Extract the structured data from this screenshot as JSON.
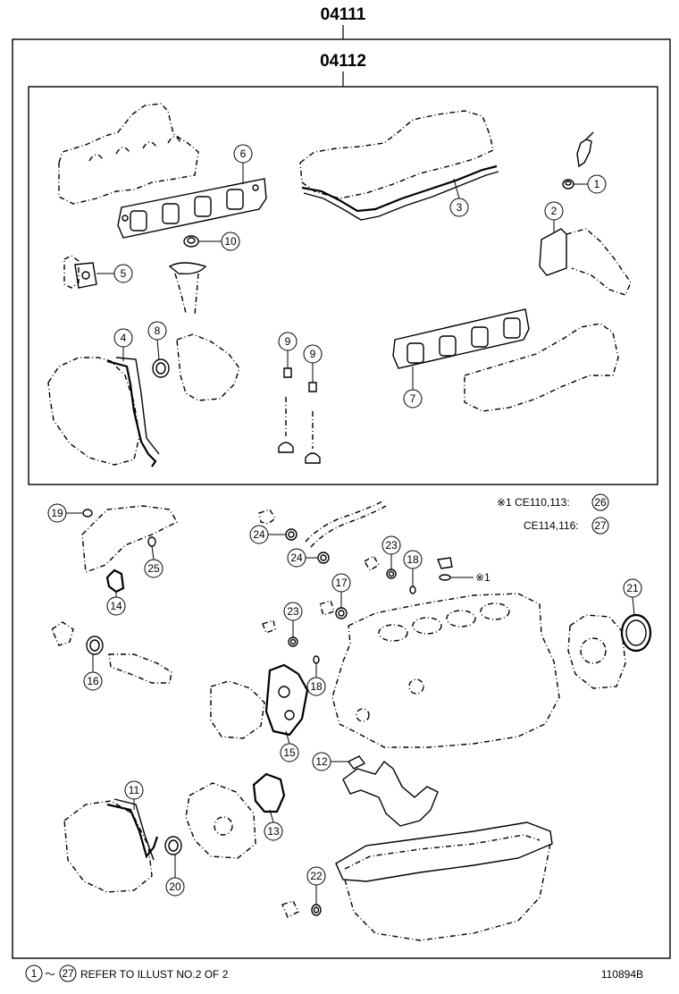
{
  "assembly_number": "04111",
  "subassembly_number": "04112",
  "notes": {
    "ce1_prefix": "※1 CE110,113:",
    "ce1_ref": "26",
    "ce2_prefix": "CE114,116:",
    "ce2_ref": "27"
  },
  "footer": {
    "range_start": "1",
    "range_sep": "～",
    "range_end": "27",
    "refer_text": "REFER TO ILLUST NO.2 OF 2",
    "illustration_id": "110894B"
  },
  "marker_label": "※1",
  "callouts": {
    "c1": "1",
    "c2": "2",
    "c3": "3",
    "c4": "4",
    "c5": "5",
    "c6": "6",
    "c7": "7",
    "c8": "8",
    "c9a": "9",
    "c9b": "9",
    "c10": "10",
    "c11": "11",
    "c12": "12",
    "c13": "13",
    "c14": "14",
    "c15": "15",
    "c16": "16",
    "c17": "17",
    "c18a": "18",
    "c18b": "18",
    "c19": "19",
    "c20": "20",
    "c21": "21",
    "c22": "22",
    "c23a": "23",
    "c23b": "23",
    "c24a": "24",
    "c24b": "24",
    "c25": "25"
  }
}
